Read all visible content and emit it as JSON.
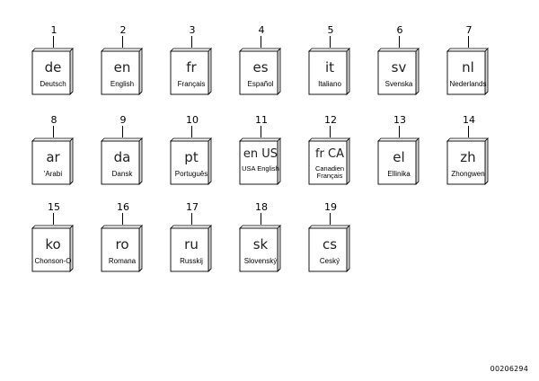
{
  "items": [
    {
      "num": "1",
      "code": "de",
      "name": "Deutsch"
    },
    {
      "num": "2",
      "code": "en",
      "name": "English"
    },
    {
      "num": "3",
      "code": "fr",
      "name": "Français"
    },
    {
      "num": "4",
      "code": "es",
      "name": "Español"
    },
    {
      "num": "5",
      "code": "it",
      "name": "Italiano"
    },
    {
      "num": "6",
      "code": "sv",
      "name": "Svenska"
    },
    {
      "num": "7",
      "code": "nl",
      "name": "Nederlands"
    },
    {
      "num": "8",
      "code": "ar",
      "name": "'Arabi"
    },
    {
      "num": "9",
      "code": "da",
      "name": "Dansk"
    },
    {
      "num": "10",
      "code": "pt",
      "name": "Português"
    },
    {
      "num": "11",
      "code": "en US",
      "name": "USA English"
    },
    {
      "num": "12",
      "code": "fr CA",
      "name": "Canadien Français"
    },
    {
      "num": "13",
      "code": "el",
      "name": "Ellinika"
    },
    {
      "num": "14",
      "code": "zh",
      "name": "Zhongwen"
    },
    {
      "num": "15",
      "code": "ko",
      "name": "Chonson-O"
    },
    {
      "num": "16",
      "code": "ro",
      "name": "Romana"
    },
    {
      "num": "17",
      "code": "ru",
      "name": "Russkij"
    },
    {
      "num": "18",
      "code": "sk",
      "name": "Slovenský"
    },
    {
      "num": "19",
      "code": "cs",
      "name": "Ceský"
    }
  ],
  "doc_id": "00206294"
}
